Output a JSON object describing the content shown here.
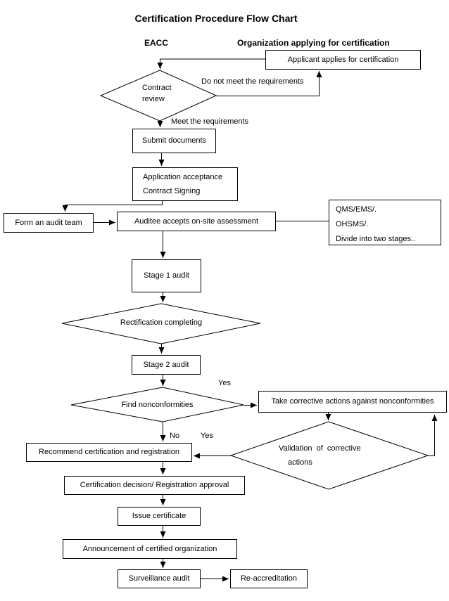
{
  "title": "Certification Procedure Flow Chart",
  "lanes": {
    "left": "EACC",
    "right": "Organization applying for certification"
  },
  "nodes": {
    "applicant": {
      "label": "Applicant applies for certification"
    },
    "contract_review": {
      "lines": [
        "Contract",
        "review"
      ]
    },
    "submit": {
      "label": "Submit documents"
    },
    "application_acceptance": {
      "lines": [
        "Application acceptance",
        "Contract Signing"
      ]
    },
    "form_team": {
      "label": "Form an audit team"
    },
    "auditee": {
      "label": "Auditee accepts on-site assessment"
    },
    "qms_note": {
      "lines": [
        "QMS/EMS/.",
        "OHSMS/.",
        "Divide into two stages.."
      ]
    },
    "stage1": {
      "label": "Stage 1 audit"
    },
    "rectification": {
      "label": "Rectification completing"
    },
    "stage2": {
      "label": "Stage 2 audit"
    },
    "find_nonconformities": {
      "label": "Find nonconformities"
    },
    "take_corrective": {
      "label": "Take corrective actions against nonconformities"
    },
    "validation": {
      "lines": [
        "Validation  of  corrective",
        "actions"
      ]
    },
    "recommend": {
      "label": "Recommend certification and registration"
    },
    "cert_decision": {
      "label": "Certification decision/ Registration approval"
    },
    "issue": {
      "label": "Issue certificate"
    },
    "announcement": {
      "label": "Announcement of certified organization"
    },
    "surveillance": {
      "label": "Surveillance audit"
    },
    "re_accreditation": {
      "label": "Re-accreditation"
    }
  },
  "edge_labels": {
    "do_not_meet": "Do not meet the requirements",
    "meet": "Meet the requirements",
    "yes_find": "Yes",
    "no_find": "No",
    "yes_validation": "Yes"
  },
  "colors": {
    "line": "#000000",
    "background": "#ffffff",
    "text": "#000000"
  }
}
